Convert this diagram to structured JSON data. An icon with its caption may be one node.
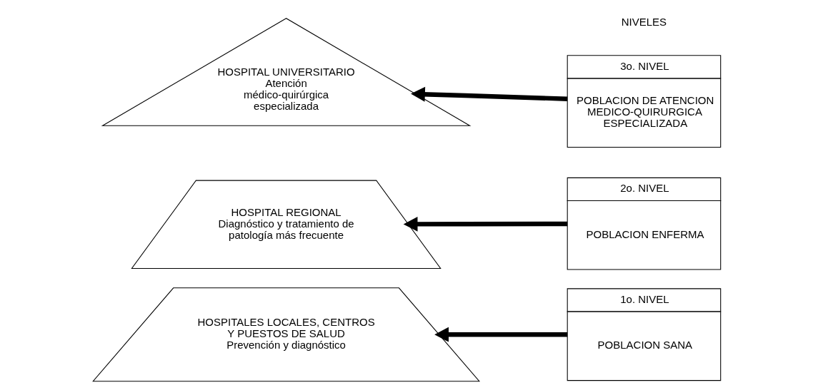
{
  "diagram": {
    "nodes": [
      {
        "text": [
          "HOSPITAL UNIVERSITARIO",
          "Atención médico-quirúrgica especializada"
        ]
      },
      {
        "text": [
          "HOSPITAL REGIONAL",
          "Diagnóstico y tratamiento de patología más frecuente"
        ]
      },
      {
        "text": [
          "HOSPITALES LOCALES, CENTROS Y PUESTOS DE SALUD",
          "Prevención y diagnóstico"
        ]
      },
      {
        "text": [
          "3o. NIVEL",
          "POBLACION DE ATENCION MEDICO-QUIRURGICA ESPECIALIZADA"
        ]
      },
      {
        "text": [
          "2o. NIVEL",
          "POBLACION ENFERMA"
        ]
      },
      {
        "text": [
          "1o. NIVEL",
          "POBLACION SANA"
        ]
      }
    ],
    "edges": [
      {
        "from": 3,
        "to": 0,
        "arrow": "to"
      },
      {
        "from": 4,
        "to": 1,
        "arrow": "to"
      },
      {
        "from": 5,
        "to": 2,
        "arrow": "to"
      }
    ],
    "labels": [
      "NIVELES"
    ]
  }
}
